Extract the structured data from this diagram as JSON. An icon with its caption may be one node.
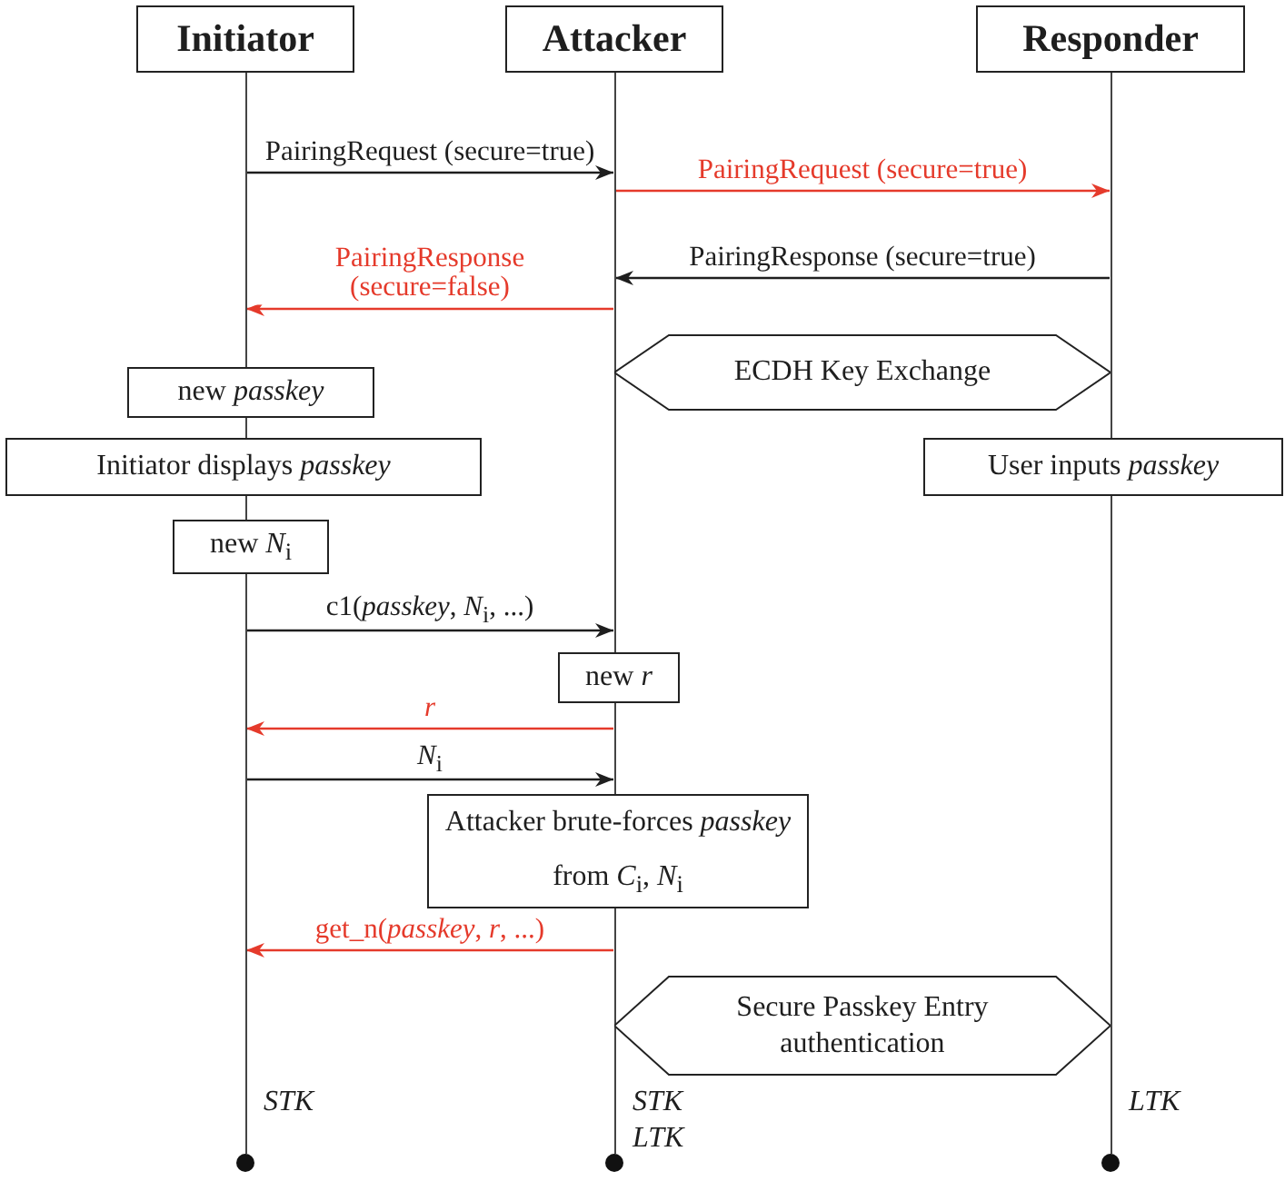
{
  "diagram": {
    "nodes": [
      {
        "text": [
          "Initiator"
        ]
      },
      {
        "text": [
          "Attacker"
        ]
      },
      {
        "text": [
          "Responder"
        ]
      },
      {
        "text": [],
        "shape": "bar",
        "beside": [
          "STK"
        ]
      },
      {
        "text": [],
        "shape": "bar",
        "beside": [
          "STK",
          "LTK"
        ]
      },
      {
        "text": [],
        "shape": "bar",
        "beside": [
          "LTK"
        ]
      },
      {
        "text": [
          "ECDH Key Exchange"
        ]
      },
      {
        "text": [
          "new *passkey*"
        ]
      },
      {
        "text": [
          "Initiator displays *passkey*"
        ]
      },
      {
        "text": [
          "User inputs *passkey*"
        ]
      },
      {
        "text": [
          "new *N*$_{i}$"
        ]
      },
      {
        "text": [
          "new *r*"
        ]
      },
      {
        "text": [
          "Attacker brute-forces *passkey* from *C*$_{i}$, *N*$_{i}$"
        ]
      },
      {
        "text": [
          "Secure Passkey Entry authentication"
        ]
      }
    ],
    "edges": [
      {
        "from": 3,
        "to": 4,
        "arrow": "to",
        "label": "PairingRequest (secure=true)"
      },
      {
        "from": 4,
        "to": 5,
        "arrow": "to",
        "label": "PairingRequest (secure=true)",
        "color": "#e53a2b"
      },
      {
        "from": 5,
        "to": 4,
        "arrow": "to",
        "label": "PairingResponse (secure=true)"
      },
      {
        "from": 4,
        "to": 3,
        "arrow": "to",
        "label": "PairingResponse (secure=false)",
        "color": "#e53a2b"
      },
      {
        "from": 3,
        "to": 4,
        "arrow": "to",
        "label": "c1(*passkey*, *N*$_{i}$, ...)"
      },
      {
        "from": 4,
        "to": 3,
        "arrow": "to",
        "label": "*r*",
        "color": "#e53a2b"
      },
      {
        "from": 3,
        "to": 4,
        "arrow": "to",
        "label": "*N*$_{i}$"
      },
      {
        "from": 4,
        "to": 3,
        "arrow": "to",
        "label": "get_n(*passkey*, *r*, ...)",
        "color": "#e53a2b"
      }
    ]
  }
}
